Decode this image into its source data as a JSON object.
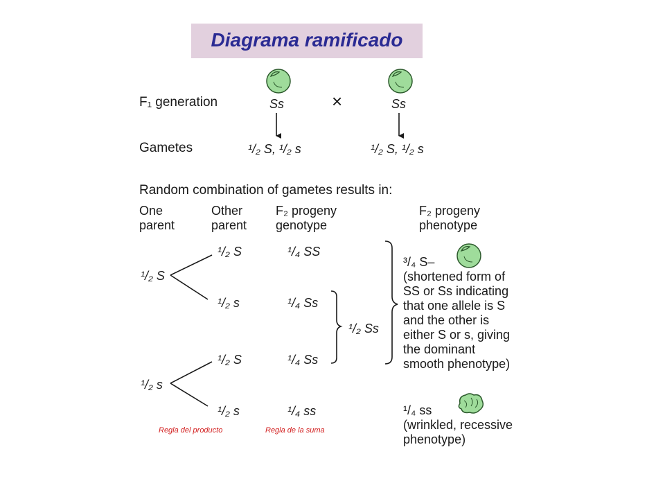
{
  "header": {
    "title": "Diagrama ramificado"
  },
  "cross": {
    "f1_label": "F₁ generation",
    "parent_left": "Ss",
    "cross_symbol": "×",
    "parent_right": "Ss",
    "gametes_label": "Gametes",
    "gametes_left": "¹/₂ S, ¹/₂ s",
    "gametes_right": "¹/₂ S, ¹/₂ s"
  },
  "combination": {
    "heading": "Random combination of gametes results in:",
    "col_one_parent": [
      "One",
      "parent"
    ],
    "col_other_parent": [
      "Other",
      "parent"
    ],
    "col_genotype": [
      "F₂ progeny",
      "genotype"
    ],
    "col_phenotype": [
      "F₂ progeny",
      "phenotype"
    ]
  },
  "branches": {
    "parent_top": "¹/₂ S",
    "parent_bottom": "¹/₂ s",
    "other_1": "¹/₂ S",
    "other_2": "¹/₂ s",
    "other_3": "¹/₂ S",
    "other_4": "¹/₂ s",
    "geno_1": "¹/₄ SS",
    "geno_2": "¹/₄ Ss",
    "geno_3": "¹/₄ Ss",
    "geno_4": "¹/₄ ss",
    "sum_half": "¹/₂ Ss"
  },
  "phenotype": {
    "dominant_lines": [
      "³/₄ S–",
      "(shortened form of",
      "SS or Ss indicating",
      "that one allele is S",
      "and the other is",
      "either S or s, giving",
      "the dominant",
      "smooth phenotype)"
    ],
    "recessive_lines": [
      "¹/₄ ss",
      "(wrinkled, recessive",
      "phenotype)"
    ]
  },
  "footer": {
    "product_rule": "Regla del producto",
    "sum_rule": "Regla de  la suma"
  },
  "colors": {
    "title_bg": "#e2d0de",
    "title_text": "#2b2b93",
    "pea_fill": "#9fdc9b",
    "footer_text": "#d21d1d"
  }
}
